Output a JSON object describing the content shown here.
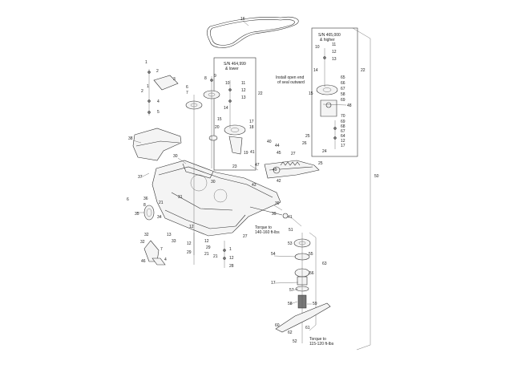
{
  "diagram": {
    "notes": {
      "sn_high": [
        "S/N 465,000",
        "& higher"
      ],
      "sn_low": [
        "S/N 464,999",
        "& lower"
      ],
      "seal_note": [
        "Install open end",
        "of seal outward"
      ],
      "torque_upper": [
        "Torque to",
        "140-160 ft-lbs"
      ],
      "torque_lower": [
        "Torque to",
        "115-120 ft-lbs"
      ]
    },
    "callouts": [
      {
        "id": "c16",
        "label": "16"
      },
      {
        "id": "c1a",
        "label": "1"
      },
      {
        "id": "c2a",
        "label": "2"
      },
      {
        "id": "c3a",
        "label": "3"
      },
      {
        "id": "c1b",
        "label": "1"
      },
      {
        "id": "c2b",
        "label": "2"
      },
      {
        "id": "c4a",
        "label": "4"
      },
      {
        "id": "c5a",
        "label": "5"
      },
      {
        "id": "c6a",
        "label": "6"
      },
      {
        "id": "c7a",
        "label": "7"
      },
      {
        "id": "c8a",
        "label": "8"
      },
      {
        "id": "c9a",
        "label": "9"
      },
      {
        "id": "c10a",
        "label": "10"
      },
      {
        "id": "c11a",
        "label": "11"
      },
      {
        "id": "c12a",
        "label": "12"
      },
      {
        "id": "c13a",
        "label": "13"
      },
      {
        "id": "c14a",
        "label": "14"
      },
      {
        "id": "c22a",
        "label": "22"
      },
      {
        "id": "c15a",
        "label": "15"
      },
      {
        "id": "c20a",
        "label": "20"
      },
      {
        "id": "c17a",
        "label": "17"
      },
      {
        "id": "c18a",
        "label": "18"
      },
      {
        "id": "c19a",
        "label": "19"
      },
      {
        "id": "c23a",
        "label": "23"
      },
      {
        "id": "c10b",
        "label": "10"
      },
      {
        "id": "c11b",
        "label": "11"
      },
      {
        "id": "c12b",
        "label": "12"
      },
      {
        "id": "c13b",
        "label": "13"
      },
      {
        "id": "c14b",
        "label": "14"
      },
      {
        "id": "c22b",
        "label": "22"
      },
      {
        "id": "c65a",
        "label": "65"
      },
      {
        "id": "c66a",
        "label": "66"
      },
      {
        "id": "c67a",
        "label": "67"
      },
      {
        "id": "c58a",
        "label": "58"
      },
      {
        "id": "c69a",
        "label": "69"
      },
      {
        "id": "c15b",
        "label": "15"
      },
      {
        "id": "c48a",
        "label": "48"
      },
      {
        "id": "c70a",
        "label": "70"
      },
      {
        "id": "c69b",
        "label": "69"
      },
      {
        "id": "c68a",
        "label": "68"
      },
      {
        "id": "c67b",
        "label": "67"
      },
      {
        "id": "c64a",
        "label": "64"
      },
      {
        "id": "c12c",
        "label": "12"
      },
      {
        "id": "c17b",
        "label": "17"
      },
      {
        "id": "c38a",
        "label": "38"
      },
      {
        "id": "c30a",
        "label": "30"
      },
      {
        "id": "c37a",
        "label": "37"
      },
      {
        "id": "c41a",
        "label": "41"
      },
      {
        "id": "c44a",
        "label": "44"
      },
      {
        "id": "c40a",
        "label": "40"
      },
      {
        "id": "c45a",
        "label": "45"
      },
      {
        "id": "c25a",
        "label": "25"
      },
      {
        "id": "c26a",
        "label": "26"
      },
      {
        "id": "c24a",
        "label": "24"
      },
      {
        "id": "c27a",
        "label": "27"
      },
      {
        "id": "c25b",
        "label": "25"
      },
      {
        "id": "c49a",
        "label": "49"
      },
      {
        "id": "c47a",
        "label": "47"
      },
      {
        "id": "c42a",
        "label": "42"
      },
      {
        "id": "c43a",
        "label": "43"
      },
      {
        "id": "c50a",
        "label": "50"
      },
      {
        "id": "c31a",
        "label": "31"
      },
      {
        "id": "c30b",
        "label": "30"
      },
      {
        "id": "c6b",
        "label": "6"
      },
      {
        "id": "c36a",
        "label": "36"
      },
      {
        "id": "c8b",
        "label": "8"
      },
      {
        "id": "c35a",
        "label": "35"
      },
      {
        "id": "c21a",
        "label": "21"
      },
      {
        "id": "c34a",
        "label": "34"
      },
      {
        "id": "c39a",
        "label": "39"
      },
      {
        "id": "c32a",
        "label": "32"
      },
      {
        "id": "c13c",
        "label": "13"
      },
      {
        "id": "c12d",
        "label": "12"
      },
      {
        "id": "c33a",
        "label": "33"
      },
      {
        "id": "c12e",
        "label": "12"
      },
      {
        "id": "c29a",
        "label": "29"
      },
      {
        "id": "c32b",
        "label": "32"
      },
      {
        "id": "c7b",
        "label": "7"
      },
      {
        "id": "c46a",
        "label": "46"
      },
      {
        "id": "c4b",
        "label": "4"
      },
      {
        "id": "c12f",
        "label": "12"
      },
      {
        "id": "c29b",
        "label": "29"
      },
      {
        "id": "c21b",
        "label": "21"
      },
      {
        "id": "c27b",
        "label": "27"
      },
      {
        "id": "c1c",
        "label": "1"
      },
      {
        "id": "c12g",
        "label": "12"
      },
      {
        "id": "c28a",
        "label": "28"
      },
      {
        "id": "c21c",
        "label": "21"
      },
      {
        "id": "c39b",
        "label": "39"
      },
      {
        "id": "c41b",
        "label": "41"
      },
      {
        "id": "c51a",
        "label": "51"
      },
      {
        "id": "c53a",
        "label": "53"
      },
      {
        "id": "c54a",
        "label": "54"
      },
      {
        "id": "c55a",
        "label": "55"
      },
      {
        "id": "c63a",
        "label": "63"
      },
      {
        "id": "c56a",
        "label": "56"
      },
      {
        "id": "c17c",
        "label": "17"
      },
      {
        "id": "c57a",
        "label": "57"
      },
      {
        "id": "c58b",
        "label": "58"
      },
      {
        "id": "c59a",
        "label": "59"
      },
      {
        "id": "c60a",
        "label": "60"
      },
      {
        "id": "c61a",
        "label": "61"
      },
      {
        "id": "c62a",
        "label": "62"
      },
      {
        "id": "c52a",
        "label": "52"
      }
    ]
  }
}
